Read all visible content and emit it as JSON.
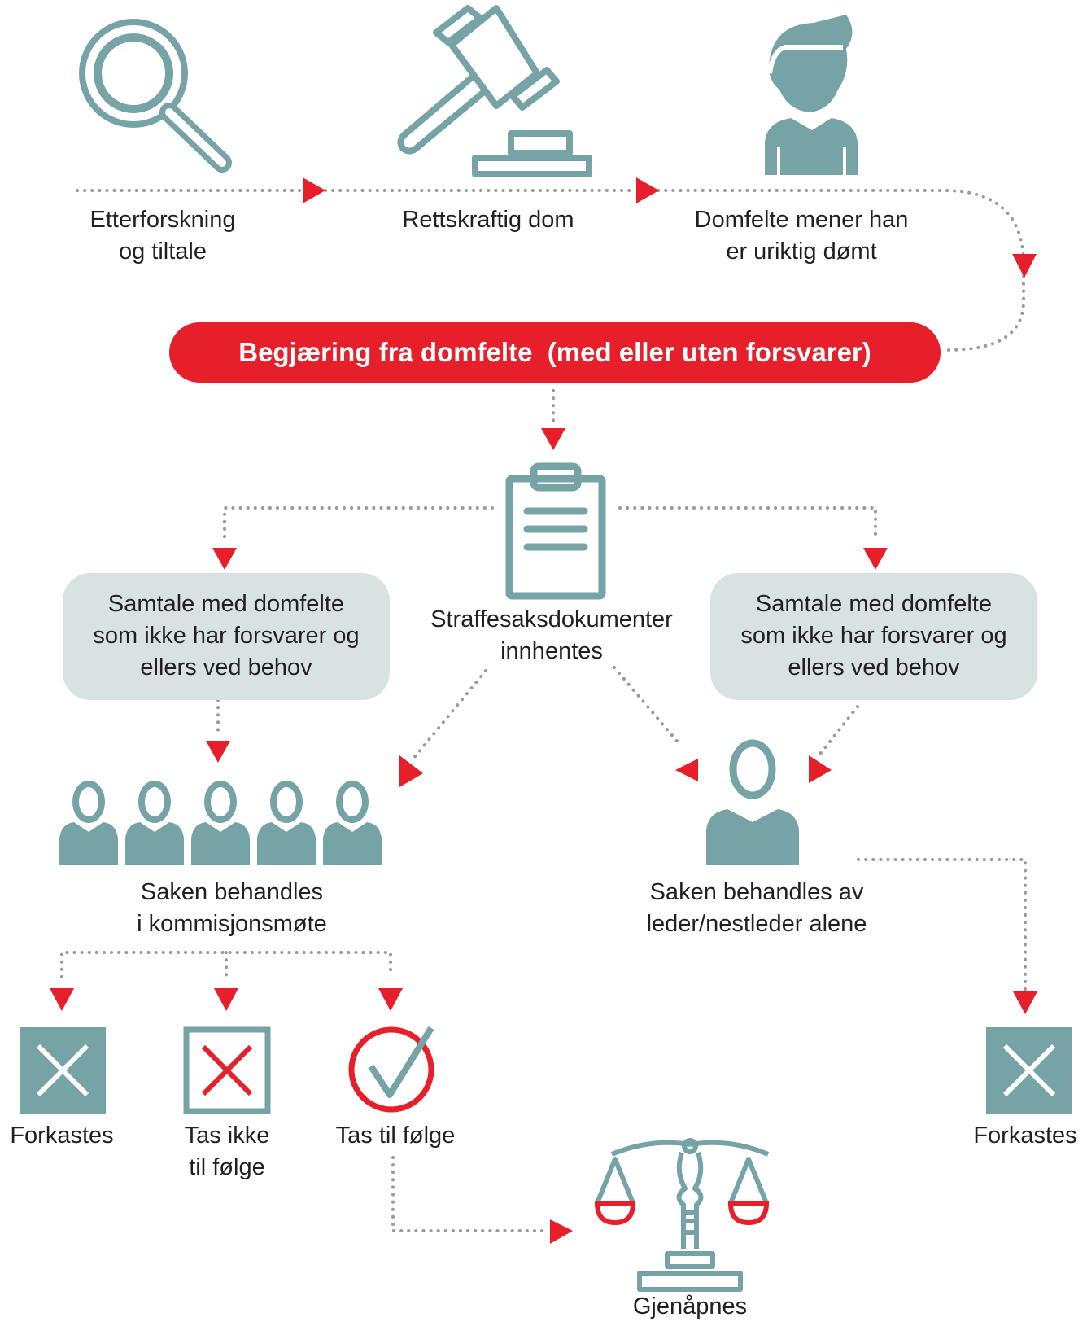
{
  "steps": {
    "investigation": {
      "line1": "Etterforskning",
      "line2": "og tiltale",
      "icon": "magnifier-icon"
    },
    "judgement": {
      "line1": "Rettskraftig dom",
      "icon": "gavel-icon"
    },
    "convicted": {
      "line1": "Domfelte mener han",
      "line2": "er uriktig dømt",
      "icon": "person-icon"
    }
  },
  "request": {
    "label": "Begjæring fra domfelte  (med eller uten forsvarer)"
  },
  "documents": {
    "line1": "Straffesaksdokumenter",
    "line2": "innhentes",
    "icon": "clipboard-icon"
  },
  "interview_left": {
    "line1": "Samtale med domfelte",
    "line2": "som ikke har forsvarer og",
    "line3": "ellers ved behov"
  },
  "interview_right": {
    "line1": "Samtale med domfelte",
    "line2": "som ikke har forsvarer og",
    "line3": "ellers ved behov"
  },
  "commission": {
    "line1": "Saken behandles",
    "line2": "i kommisjonsmøte",
    "icon": "group-icon"
  },
  "leader": {
    "line1": "Saken behandles  av",
    "line2": "leder/nestleder alene",
    "icon": "person-icon"
  },
  "outcomes": {
    "rejected": {
      "label": "Forkastes",
      "icon": "cross-box-icon"
    },
    "not_granted": {
      "line1": "Tas ikke",
      "line2": "til følge",
      "icon": "red-cross-box-icon"
    },
    "granted": {
      "label": "Tas til følge",
      "icon": "check-circle-icon"
    },
    "rejected_right": {
      "label": "Forkastes",
      "icon": "cross-box-icon"
    }
  },
  "reopened": {
    "label": "Gjenåpnes",
    "icon": "scales-icon"
  },
  "colors": {
    "teal": "#76a3a6",
    "red": "#e61f2b",
    "grey_box": "#d9e2e3",
    "dots": "#9a9a9a"
  }
}
